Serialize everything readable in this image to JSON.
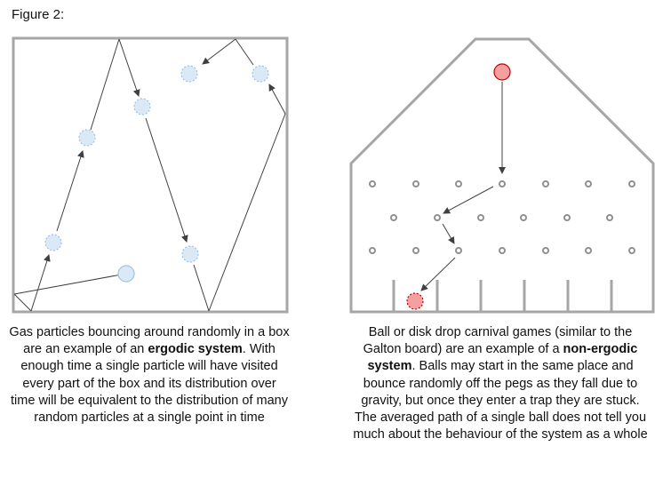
{
  "figure_label": "Figure 2:",
  "colors": {
    "frame": "#a6a6a6",
    "line": "#404040",
    "gas_particle_fill": "#dbe9f7",
    "gas_particle_stroke": "#9dc3e6",
    "ball_fill": "#f4a0a0",
    "ball_stroke": "#c00000",
    "peg": "#909090"
  },
  "left_caption": {
    "part1": "Gas particles bouncing around randomly in a box are an example of an ",
    "bold": "ergodic system",
    "part2": ". With enough time a single particle will have visited every part of the box and its distribution over time will be equivalent to the distribution of many random particles at a single point in time"
  },
  "right_caption": {
    "part1": "Ball or disk drop carnival games (similar to the Galton board) are an example of a ",
    "bold": "non-ergodic system",
    "part2": ". Balls may start in the same place and bounce randomly off the pegs as they fall due to gravity, but once they enter a trap they are stuck. The averaged path of a single ball does not tell you much about the behaviour of the system as a whole"
  }
}
